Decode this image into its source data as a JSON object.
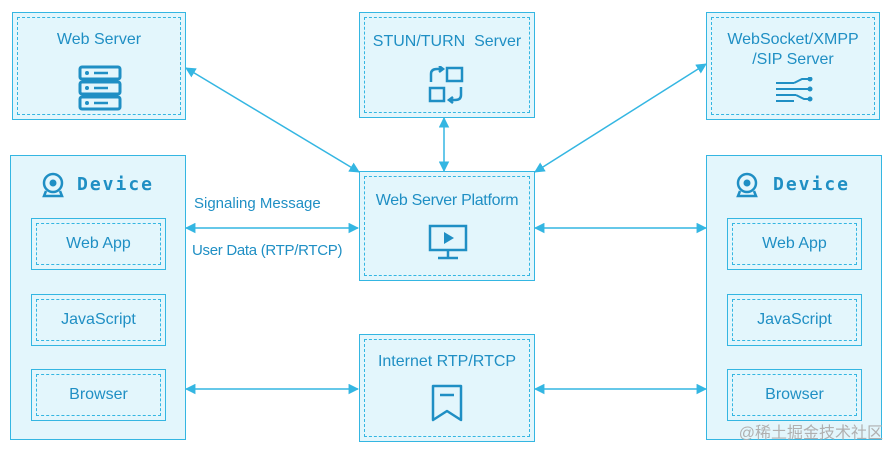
{
  "servers": {
    "web_server": "Web Server",
    "stun_turn": "STUN/TURN  Server",
    "websocket_line1": "WebSocket/XMPP",
    "websocket_line2": "/SIP Server"
  },
  "platform": {
    "title": "Web Server Platform",
    "internet": "Internet RTP/RTCP"
  },
  "device": {
    "title": "Device",
    "items": [
      "Web App",
      "JavaScript",
      "Browser"
    ]
  },
  "labels": {
    "signaling": "Signaling Message",
    "user_data": "User Data (RTP/RTCP)"
  },
  "watermark": "@稀土掘金技术社区",
  "colors": {
    "stroke": "#34b6e2",
    "fill": "#e3f6fc",
    "text": "#1f8fc4"
  }
}
